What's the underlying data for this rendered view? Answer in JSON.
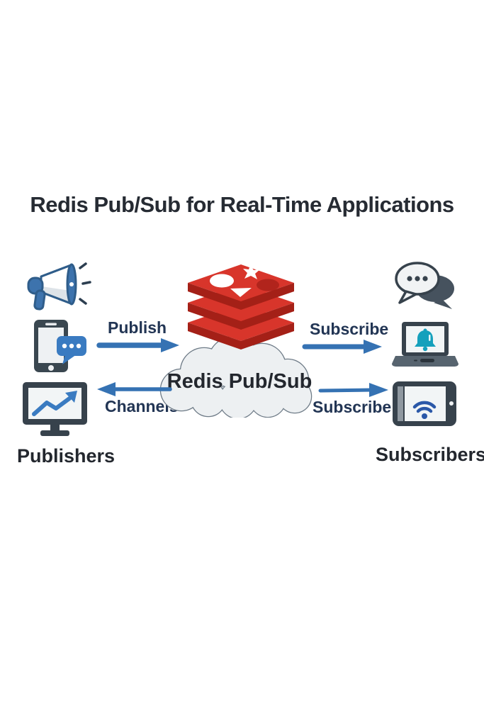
{
  "title": "Redis Pub/Sub for Real-Time Applications",
  "center": {
    "cloud_label": "Redis Pub/Sub",
    "logo": "redis-logo"
  },
  "publishers": {
    "label": "Publishers",
    "icons": [
      {
        "name": "megaphone-icon"
      },
      {
        "name": "phone-chat-icon"
      },
      {
        "name": "monitor-chart-icon"
      }
    ]
  },
  "subscribers": {
    "label": "Subscribers",
    "icons": [
      {
        "name": "chat-bubbles-icon"
      },
      {
        "name": "laptop-bell-icon"
      },
      {
        "name": "tablet-wifi-icon"
      }
    ]
  },
  "arrows": {
    "publish": {
      "label": "Publish",
      "direction": "right",
      "from": "publishers",
      "to": "redis-pubsub"
    },
    "subscribe_top": {
      "label": "Subscribe",
      "direction": "right",
      "from": "redis-pubsub",
      "to": "subscribers"
    },
    "channels": {
      "label": "Channels",
      "direction": "left",
      "from": "redis-pubsub",
      "to": "publishers"
    },
    "subscribe_bottom": {
      "label": "Subscribe",
      "direction": "right",
      "from": "redis-pubsub",
      "to": "subscribers"
    }
  },
  "colors": {
    "background": "#ffffff",
    "arrow_blue": "#3572b3",
    "redis_red": "#d8352b",
    "redis_red_dark": "#a42017",
    "device_slate": "#37424c",
    "cloud_fill": "#edf0f2",
    "cloud_stroke": "#6e7b87",
    "bell_teal": "#15a0bc",
    "wifi_blue": "#2b58a8",
    "chat_blue": "#3a7bc1",
    "text_dark": "#262b33"
  }
}
